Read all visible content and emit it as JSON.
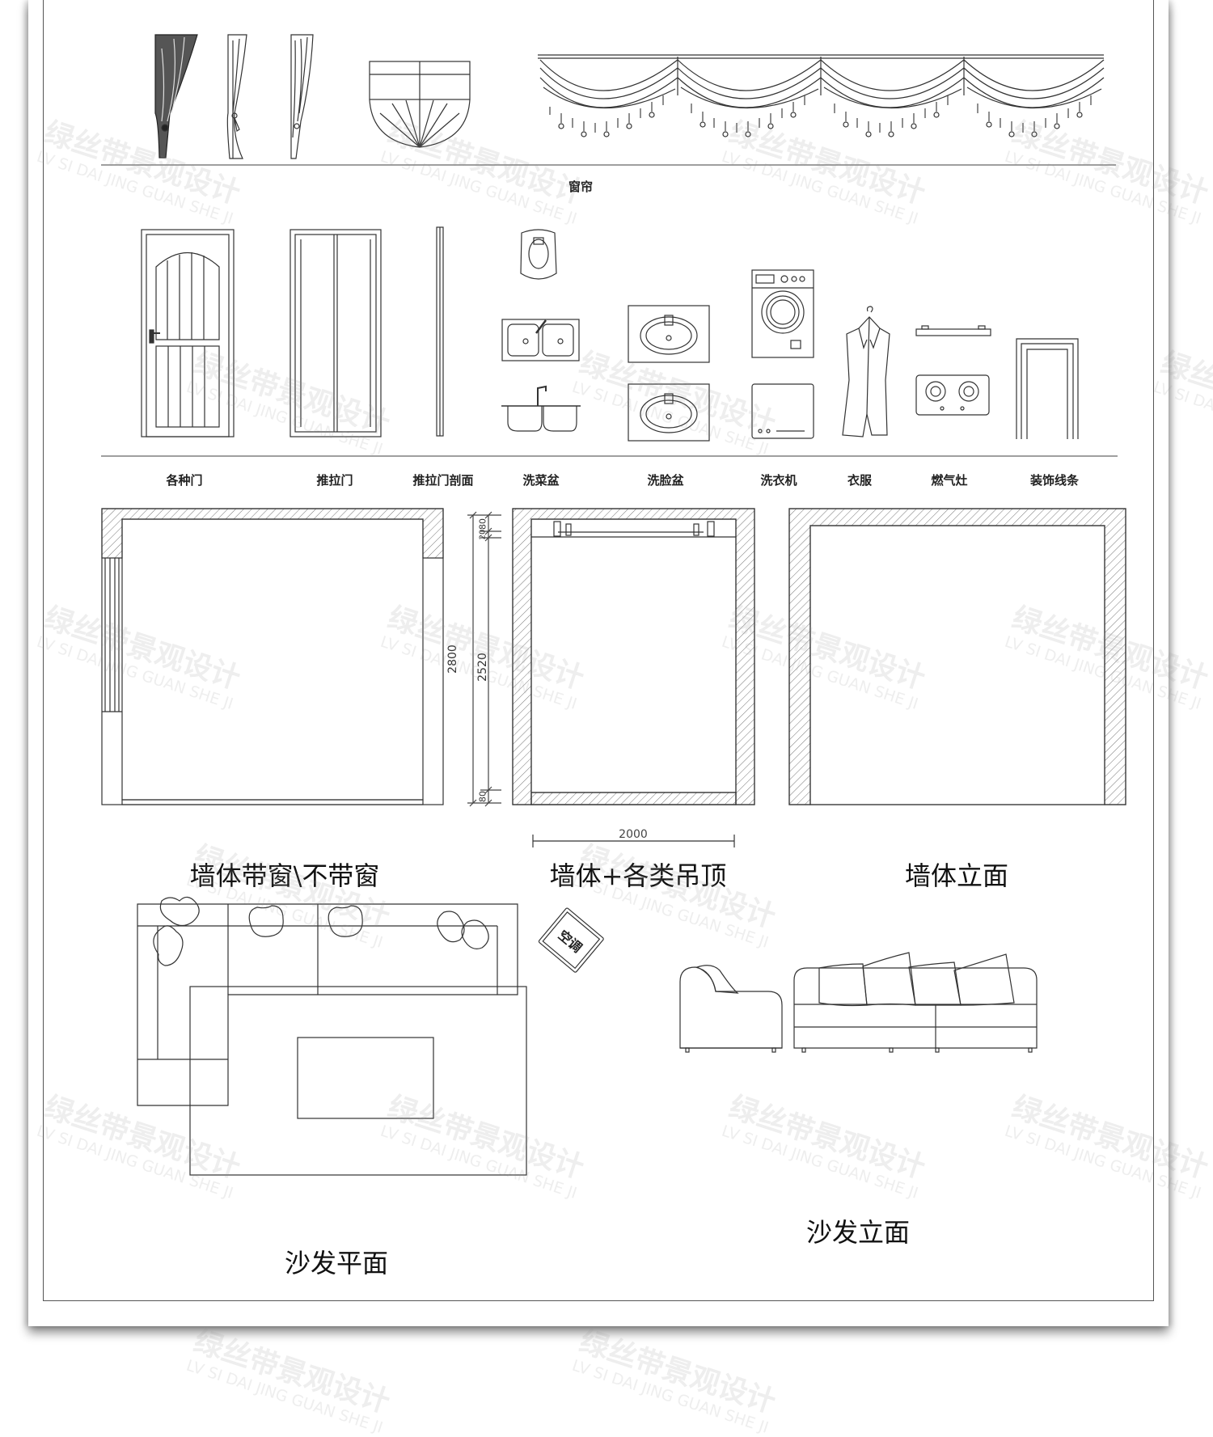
{
  "labels": {
    "curtain": "窗帘",
    "doors": "各种门",
    "sliding_door": "推拉门",
    "sliding_door_section": "推拉门剖面",
    "vegetable_sink": "洗菜盆",
    "wash_basin": "洗脸盆",
    "washing_machine": "洗衣机",
    "clothes": "衣服",
    "gas_stove": "燃气灶",
    "decor_molding": "装饰线条"
  },
  "titles": {
    "wall_window": "墙体带窗\\不带窗",
    "wall_ceiling": "墙体+各类吊顶",
    "wall_elevation": "墙体立面",
    "sofa_plan": "沙发平面",
    "sofa_elevation": "沙发立面"
  },
  "dimensions": {
    "total_height": "2800",
    "clear_height": "2520",
    "top_80": "80",
    "top_20": "20",
    "bottom_80": "80",
    "width": "2000"
  },
  "ac_label": "空调",
  "watermark": {
    "cn": "绿丝带景观设计",
    "en": "LV SI DAI JING GUAN SHE JI"
  }
}
